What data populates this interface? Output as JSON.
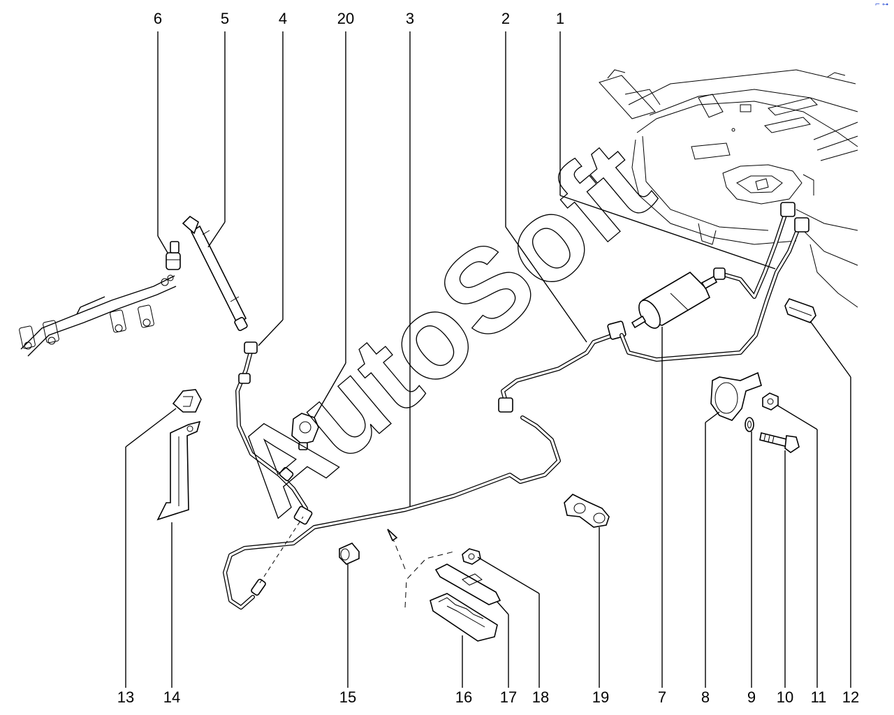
{
  "diagram": {
    "watermark": "AutoSoft",
    "corner_mark": "⌐ ⊶",
    "callouts": [
      {
        "id": "1",
        "label": "1"
      },
      {
        "id": "2",
        "label": "2"
      },
      {
        "id": "3",
        "label": "3"
      },
      {
        "id": "4",
        "label": "4"
      },
      {
        "id": "5",
        "label": "5"
      },
      {
        "id": "6",
        "label": "6"
      },
      {
        "id": "7",
        "label": "7"
      },
      {
        "id": "8",
        "label": "8"
      },
      {
        "id": "9",
        "label": "9"
      },
      {
        "id": "10",
        "label": "10"
      },
      {
        "id": "11",
        "label": "11"
      },
      {
        "id": "12",
        "label": "12"
      },
      {
        "id": "13",
        "label": "13"
      },
      {
        "id": "14",
        "label": "14"
      },
      {
        "id": "15",
        "label": "15"
      },
      {
        "id": "16",
        "label": "16"
      },
      {
        "id": "17",
        "label": "17"
      },
      {
        "id": "18",
        "label": "18"
      },
      {
        "id": "19",
        "label": "19"
      },
      {
        "id": "20",
        "label": "20"
      }
    ]
  }
}
